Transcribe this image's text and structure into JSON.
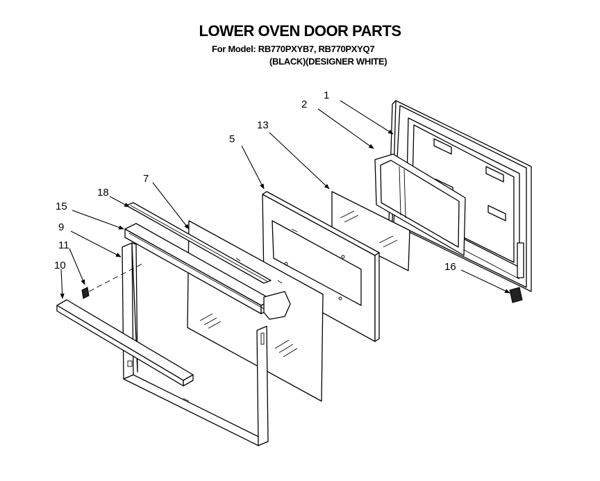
{
  "header": {
    "title": "LOWER OVEN DOOR PARTS",
    "model_line": "For Model: RB770PXYB7, RB770PXYQ7",
    "finish_line": "(BLACK)(DESIGNER WHITE)"
  },
  "callouts": {
    "c1": "1",
    "c2": "2",
    "c13": "13",
    "c5": "5",
    "c7": "7",
    "c18": "18",
    "c15": "15",
    "c9": "9",
    "c11": "11",
    "c10": "10",
    "c16": "16"
  },
  "colors": {
    "ink": "#000000",
    "paper": "#ffffff"
  }
}
